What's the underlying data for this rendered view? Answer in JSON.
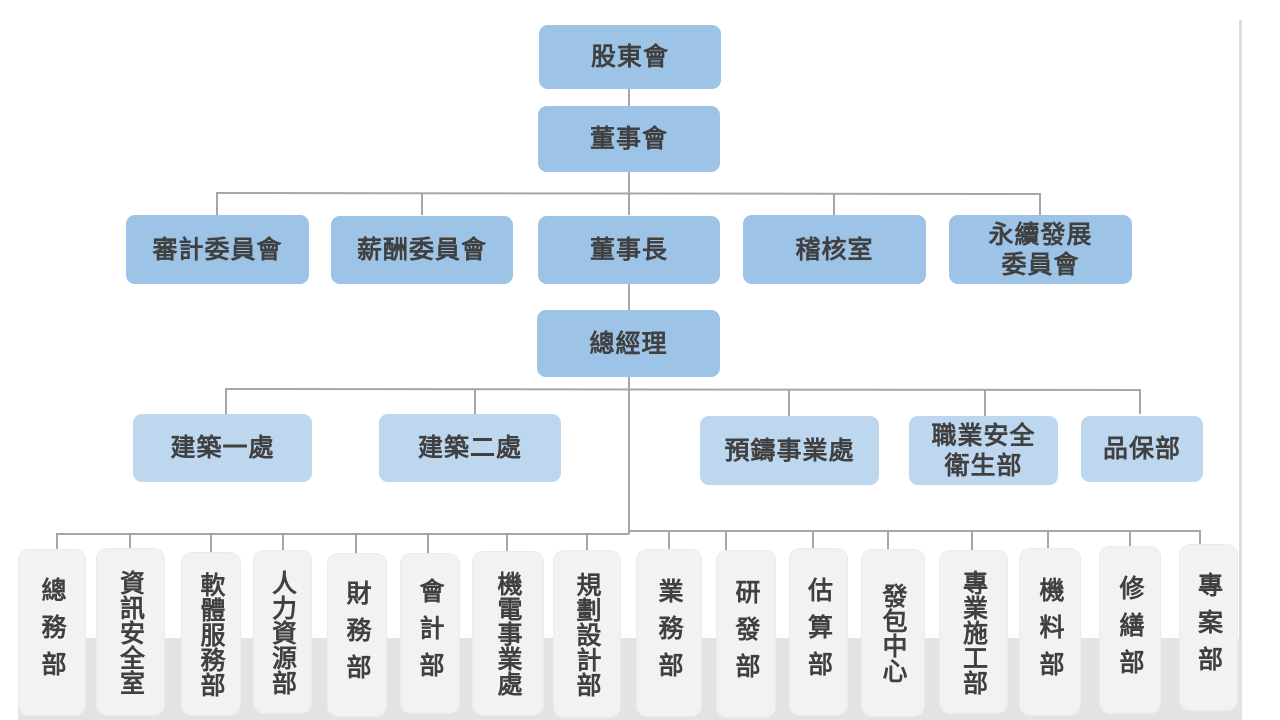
{
  "chart_title": "",
  "colors": {
    "upper_box": "#9dc3e6",
    "middle_box": "#bdd7ee",
    "lower_box": "#f2f2f2",
    "text": "#404040",
    "connector": "#a6a6a6"
  },
  "top": {
    "shareholders": "股東會",
    "board": "董事會"
  },
  "board_level": [
    {
      "id": "audit-committee",
      "label": "審計委員會"
    },
    {
      "id": "remuneration-committee",
      "label": "薪酬委員會"
    },
    {
      "id": "chairman",
      "label": "董事長"
    },
    {
      "id": "internal-audit",
      "label": "稽核室"
    },
    {
      "id": "sustainability-committee",
      "label": "永續發展\n委員會"
    }
  ],
  "general_manager": "總經理",
  "divisions": [
    {
      "id": "construction-1",
      "label": "建築一處"
    },
    {
      "id": "construction-2",
      "label": "建築二處"
    },
    {
      "id": "precast",
      "label": "預鑄事業處"
    },
    {
      "id": "occupational-safety",
      "label": "職業安全\n衛生部"
    },
    {
      "id": "quality-assurance",
      "label": "品保部"
    }
  ],
  "departments": [
    {
      "id": "general-affairs",
      "label": "總務部"
    },
    {
      "id": "info-security",
      "label": "資訊安全室"
    },
    {
      "id": "software-services",
      "label": "軟體服務部"
    },
    {
      "id": "human-resources",
      "label": "人力資源部"
    },
    {
      "id": "finance",
      "label": "財務部"
    },
    {
      "id": "accounting",
      "label": "會計部"
    },
    {
      "id": "mep",
      "label": "機電事業處"
    },
    {
      "id": "planning-design",
      "label": "規劃設計部"
    },
    {
      "id": "business",
      "label": "業務部"
    },
    {
      "id": "rnd",
      "label": "研發部"
    },
    {
      "id": "estimation",
      "label": "估算部"
    },
    {
      "id": "subcontracting",
      "label": "發包中心"
    },
    {
      "id": "specialty-construction",
      "label": "專業施工部"
    },
    {
      "id": "machinery-materials",
      "label": "機料部"
    },
    {
      "id": "repair",
      "label": "修繕部"
    },
    {
      "id": "projects",
      "label": "專案部"
    }
  ]
}
